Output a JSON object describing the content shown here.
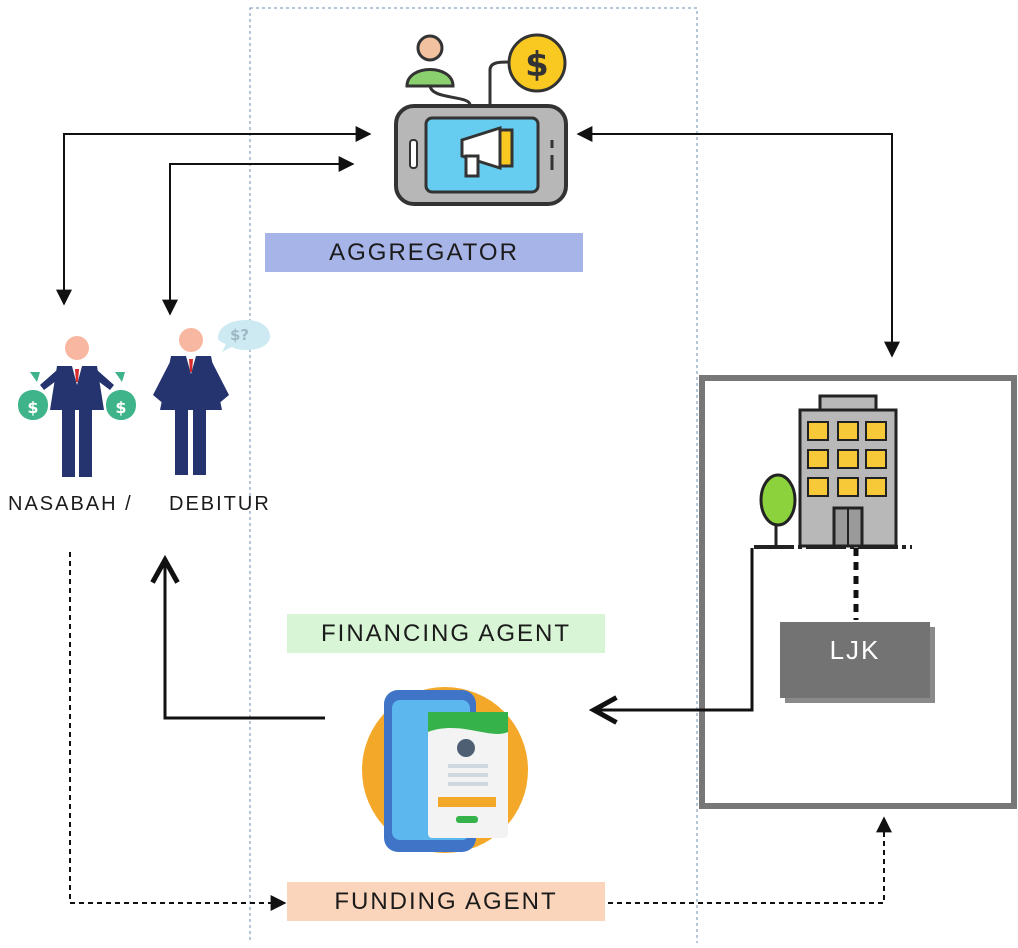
{
  "labels": {
    "aggregator": "AGGREGATOR",
    "financing_agent": "FINANCING AGENT",
    "funding_agent": "FUNDING AGENT",
    "nasabah": "NASABAH /",
    "debitur": "DEBITUR",
    "ljk": "LJK",
    "debitur_bubble": "$?"
  },
  "icons": {
    "aggregator": "phone-advertising-icon",
    "nasabah": "businessman-money-bags-icon",
    "debitur": "businessman-empty-pockets-icon",
    "ljk": "office-building-icon",
    "financing_agent": "mobile-app-card-icon"
  },
  "colors": {
    "aggregator_label_bg": "#a7b4e7",
    "financing_label_bg": "#d8f5d6",
    "funding_label_bg": "#fbd5bb",
    "ljk_box": "#737373",
    "ljk_frame": "#777777",
    "platform_border": "#6f8fb5"
  }
}
